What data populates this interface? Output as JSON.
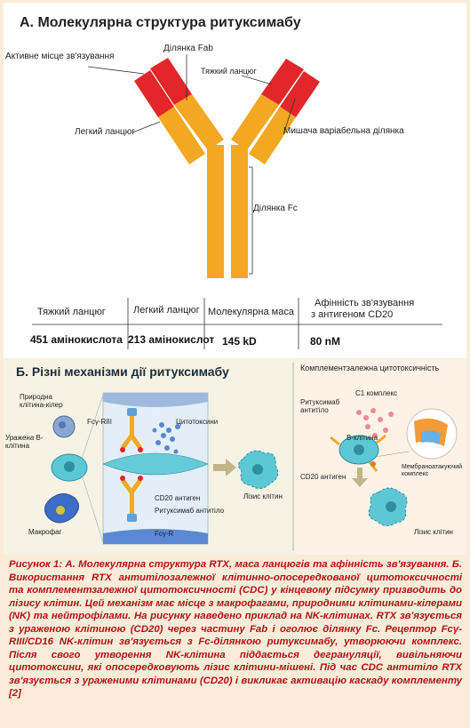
{
  "panel_a": {
    "title": "А. Молекулярна структура ритуксимабу",
    "labels": {
      "active_site": "Активне місце зв'язування",
      "fab": "Ділянка Fab",
      "heavy_chain": "Тяжкий ланцюг",
      "light_chain": "Легкий ланцюг",
      "murine_variable": "Мишача варіабельна ділянка",
      "fc": "Ділянка Fc"
    },
    "table": {
      "headers": [
        "Тяжкий ланцюг",
        "Легкий ланцюг",
        "Молекулярна маса",
        "Афінність зв'язування",
        "з антигеном CD20"
      ],
      "values": [
        "451 амінокислота",
        "213 амінокислот",
        "145 kD",
        "80 nM"
      ]
    },
    "colors": {
      "constant": "#f3a823",
      "variable": "#e2262a"
    }
  },
  "panel_b": {
    "title": "Б. Різні механізми дії ритуксимабу",
    "left_labels": {
      "nk_cell": "Природна клітина-кілер",
      "infected_b": "Уражена В-клітина",
      "fcg_riii": "Fcγ-RIII",
      "cytotoxins": "Цитотоксини",
      "cd20": "CD20 антиген",
      "rituximab_ab": "Ритуксимаб антитіло",
      "fcg_r": "Fcγ-R",
      "macrophage": "Макрофаг",
      "cell_lysis": "Лізис клітин"
    },
    "right_labels": {
      "title": "Комплементзалежна цитотоксичність",
      "c1": "C1 комплекс",
      "rituximab_ab": "Ритуксимаб антитіло",
      "b_cell": "В-клітина",
      "cd20": "CD20 антиген",
      "mac": "Мембраноатакуючий комплекс",
      "cell_lysis": "Лізис клітин"
    }
  },
  "caption": "Рисунок 1: А. Молекулярна структура RTX, маса ланцюгів та афінність зв'язування. Б. Використання RTX антитілозалежної клітинно-опосередкованої цитотоксичності та комплементзалежної цитотоксичності (CDC) у кінцевому підсумку призводить до лізису клітин. Цей механізм має місце з макрофагами, природними клітинами-кілерами (NK) та нейтрофілами. На рисунку наведено приклад на NK-клітинах. RTX зв'язується з ураженою клітиною (CD20) через частину Fab і оголює ділянку Fc. Рецептор Fcγ-RIII/CD16 NK-клітин зв'язується з Fc-ділянкою ритуксимабу, утворюючи комплекс. Після свого утворення NK-клітина піддається дегрануляції, вивільняючи цитотоксини, які опосередковують лізис клітини-мішені. Під час CDC антитіло RTX зв'язується з ураженими клітинами (CD20) і викликає активацію каскаду комплементу [2]"
}
